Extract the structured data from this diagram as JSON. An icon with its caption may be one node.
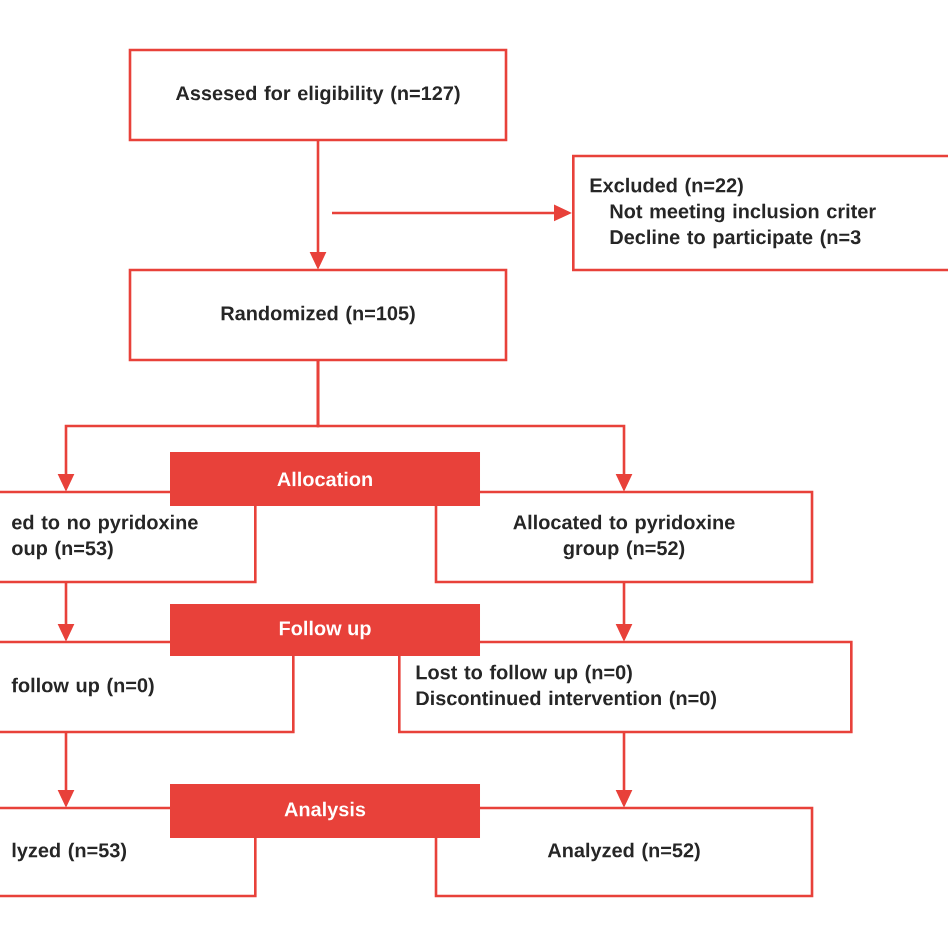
{
  "diagram": {
    "nodes": [
      {
        "text": [
          "Assesed for eligibility (n=127)"
        ]
      },
      {
        "text": [
          "Excluded (n=22)",
          "Not meeting inclusion criter",
          "Decline to participate (n=3"
        ]
      },
      {
        "text": [
          "Randomized (n=105)"
        ]
      },
      {
        "text": [
          "Allocation"
        ]
      },
      {
        "text": [
          "ed to no pyridoxine oup (n=53)"
        ]
      },
      {
        "text": [
          "Allocated to pyridoxine group (n=52)"
        ]
      },
      {
        "text": [
          "Follow up"
        ]
      },
      {
        "text": [
          "follow up (n=0)"
        ]
      },
      {
        "text": [
          "Lost to follow up (n=0)",
          "Discontinued intervention (n=0)"
        ]
      },
      {
        "text": [
          "Analysis"
        ]
      },
      {
        "text": [
          "lyzed (n=53)"
        ]
      },
      {
        "text": [
          "Analyzed (n=52)"
        ]
      }
    ],
    "edges": [
      {
        "from": 0,
        "to": 2,
        "arrow": "to"
      },
      {
        "from": null,
        "to": 1,
        "arrow": "to"
      },
      {
        "from": 2,
        "to": 4,
        "arrow": "to"
      },
      {
        "from": 2,
        "to": 5,
        "arrow": "to"
      },
      {
        "from": 4,
        "to": 7,
        "arrow": "to"
      },
      {
        "from": 5,
        "to": 8,
        "arrow": "to"
      },
      {
        "from": 7,
        "to": 10,
        "arrow": "to"
      },
      {
        "from": 8,
        "to": 11,
        "arrow": "to"
      }
    ]
  }
}
